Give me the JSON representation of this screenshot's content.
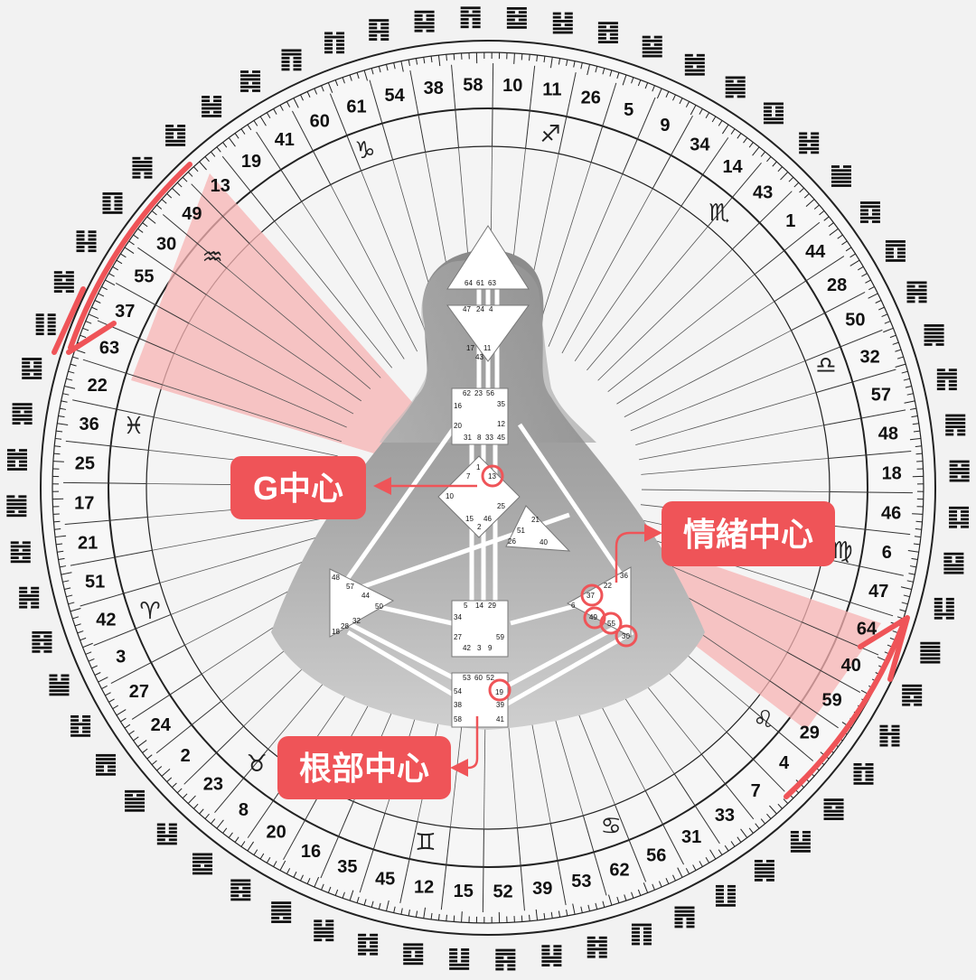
{
  "wheel_gates": [
    10,
    11,
    26,
    5,
    9,
    34,
    14,
    43,
    1,
    44,
    28,
    50,
    32,
    57,
    48,
    18,
    46,
    6,
    47,
    64,
    40,
    59,
    29,
    4,
    7,
    33,
    31,
    56,
    62,
    53,
    39,
    52,
    15,
    12,
    45,
    35,
    16,
    20,
    8,
    23,
    2,
    24,
    27,
    3,
    42,
    51,
    21,
    17,
    25,
    36,
    22,
    63,
    37,
    55,
    30,
    49,
    13,
    19,
    41,
    60,
    61,
    54,
    38,
    58
  ],
  "zodiac": [
    {
      "name": "capricorn",
      "glyph": "♑"
    },
    {
      "name": "sagittarius",
      "glyph": "♐"
    },
    {
      "name": "scorpio",
      "glyph": "♏"
    },
    {
      "name": "libra",
      "glyph": "♎"
    },
    {
      "name": "virgo",
      "glyph": "♍"
    },
    {
      "name": "leo",
      "glyph": "♌"
    },
    {
      "name": "cancer",
      "glyph": "♋"
    },
    {
      "name": "gemini",
      "glyph": "♊"
    },
    {
      "name": "taurus",
      "glyph": "♉"
    },
    {
      "name": "aries",
      "glyph": "♈"
    },
    {
      "name": "pisces",
      "glyph": "♓"
    },
    {
      "name": "aquarius",
      "glyph": "♒"
    }
  ],
  "bodygraph_gates": {
    "head": [
      "64",
      "61",
      "63"
    ],
    "ajna": [
      "47",
      "24",
      "4",
      "17",
      "11",
      "43"
    ],
    "throat": [
      "62",
      "23",
      "56",
      "16",
      "35",
      "20",
      "12",
      "31",
      "8",
      "33",
      "45"
    ],
    "g": [
      "1",
      "7",
      "13",
      "10",
      "25",
      "15",
      "46",
      "2"
    ],
    "heart": [
      "21",
      "51",
      "26",
      "40"
    ],
    "spleen": [
      "48",
      "57",
      "44",
      "50",
      "32",
      "28",
      "18"
    ],
    "sacral": [
      "5",
      "14",
      "29",
      "34",
      "27",
      "59",
      "42",
      "3",
      "9"
    ],
    "solar_plexus": [
      "36",
      "22",
      "37",
      "6",
      "49",
      "55",
      "30"
    ],
    "root": [
      "53",
      "60",
      "52",
      "54",
      "19",
      "38",
      "39",
      "58",
      "41"
    ]
  },
  "callouts": {
    "g_center": "G中心",
    "emotional_center": "情緒中心",
    "root_center": "根部中心"
  },
  "highlighted_gates": [
    "13",
    "37",
    "49",
    "55",
    "30",
    "19"
  ],
  "colors": {
    "accent": "#ef5458",
    "wedge": "#f7b3b3",
    "background": "#f2f2f2",
    "bodygraph_gray": "#9a9a9a"
  }
}
